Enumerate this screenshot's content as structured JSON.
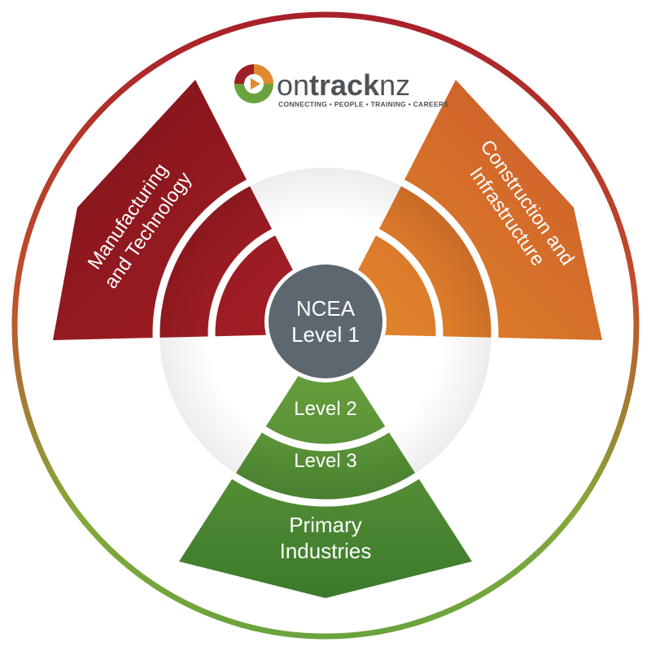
{
  "logo": {
    "word_on": "on",
    "word_track": "track",
    "word_nz": "nz",
    "tagline": "CONNECTING • PEOPLE • TRAINING • CAREERS"
  },
  "sectors": [
    {
      "id": "manufacturing",
      "line1": "Manufacturing",
      "line2": "and Technology",
      "color": "#8e1c22"
    },
    {
      "id": "construction",
      "line1": "Construction and",
      "line2": "Infrastructure",
      "color": "#d9722a"
    },
    {
      "id": "primary",
      "line1": "Primary",
      "line2": "Industries",
      "color": "#5a8f34"
    }
  ],
  "rings": {
    "level2": "Level 2",
    "level3": "Level 3"
  },
  "center": {
    "line1": "NCEA",
    "line2": "Level 1",
    "color": "#5d6770"
  },
  "colors": {
    "red": "#a01e26",
    "orange": "#dd7c2e",
    "green": "#6aa33d",
    "brand_gray": "#4d5357"
  }
}
